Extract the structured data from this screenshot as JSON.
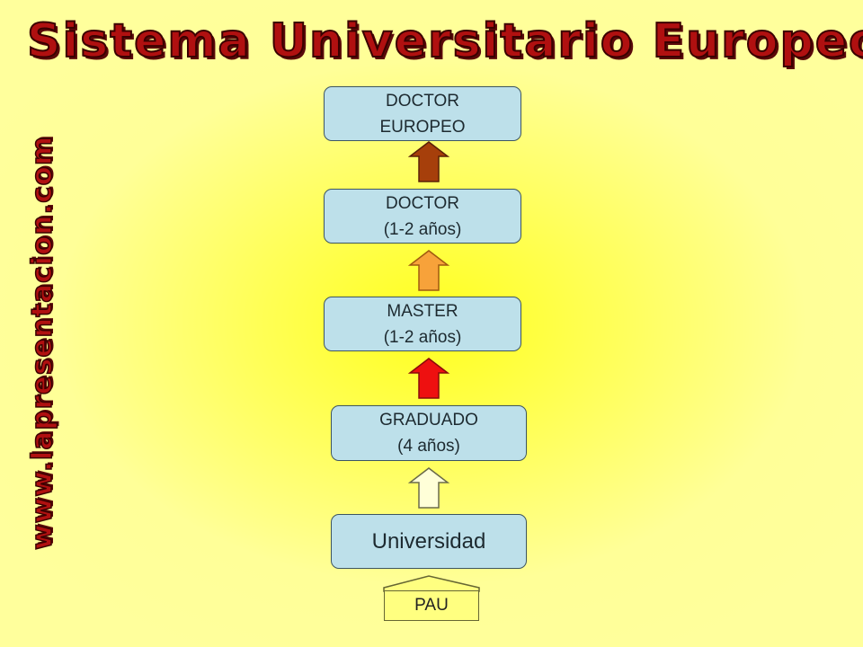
{
  "title": "Sistema Universitario Europeo",
  "watermark": "www.lapresentacion.com",
  "levels": {
    "doctor_europeo": {
      "line1": "DOCTOR",
      "line2": "EUROPEO"
    },
    "doctor": {
      "line1": "DOCTOR",
      "line2": "(1-2 años)"
    },
    "master": {
      "line1": "MASTER",
      "line2": "(1-2 años)"
    },
    "graduado": {
      "line1": "GRADUADO",
      "line2": "(4 años)"
    },
    "universidad": {
      "label": "Universidad"
    },
    "pau": {
      "label": "PAU"
    }
  },
  "colors": {
    "title_red": "#b01010",
    "box_fill": "#bde0ea",
    "arrow_doctor_europeo": "#a63f0b",
    "arrow_doctor": "#f7a23a",
    "arrow_master": "#ee1010",
    "arrow_graduado": "#ffffd8",
    "arrow_universidad": "#ffff80"
  }
}
